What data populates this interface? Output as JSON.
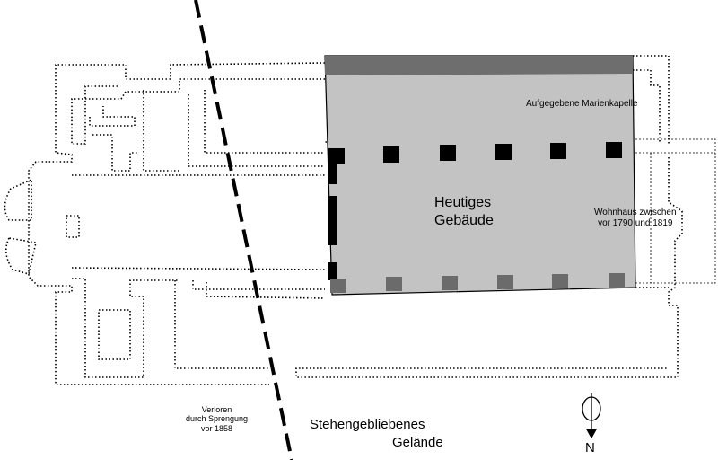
{
  "labels": {
    "chapel": "Aufgegebene Marienkapelle",
    "current_building": "Heutiges\nGebäude",
    "residence": "Wohnhaus zwischen\nvor 1790 und 1819",
    "lost": "Verloren\ndurch Sprengung\nvor 1858",
    "remaining_line1": "Stehengebliebenes",
    "remaining_line2": "Gelände",
    "north": "N"
  },
  "colors": {
    "building_fill": "#c3c3c3",
    "roof_strip": "#6e6e6e",
    "pillar_dark": "#000000",
    "pillar_grey": "#6b6b6b",
    "outline": "#000000"
  },
  "icons": {
    "north_arrow": "north-arrow-icon"
  }
}
